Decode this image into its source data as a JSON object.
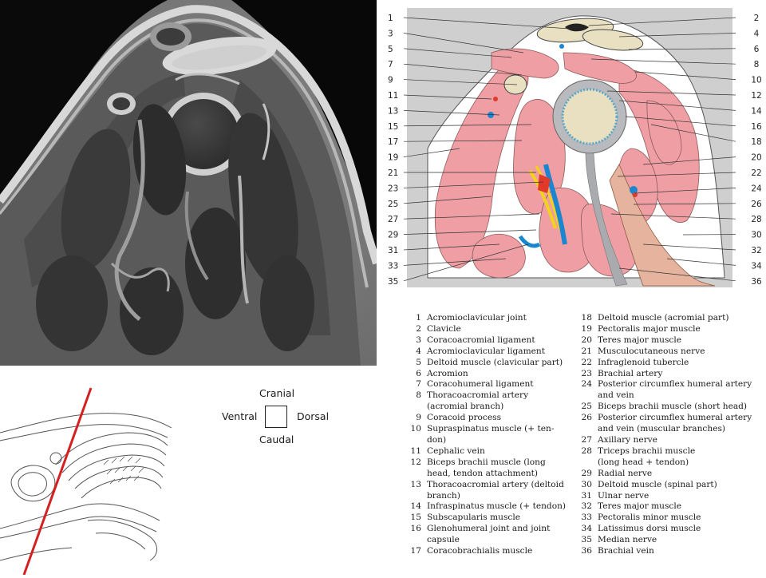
{
  "figure": {
    "callouts_left": [
      "1",
      "3",
      "5",
      "7",
      "9",
      "11",
      "13",
      "15",
      "17",
      "19",
      "21",
      "23",
      "25",
      "27",
      "29",
      "31",
      "33",
      "35"
    ],
    "callouts_right": [
      "2",
      "4",
      "6",
      "8",
      "10",
      "12",
      "14",
      "16",
      "18",
      "20",
      "22",
      "24",
      "26",
      "28",
      "30",
      "32",
      "34",
      "36"
    ]
  },
  "orientation": {
    "top": "Cranial",
    "left": "Ventral",
    "right": "Dorsal",
    "bottom": "Caudal"
  },
  "legend": {
    "col1": [
      {
        "num": "1",
        "text": "Acromioclavicular joint"
      },
      {
        "num": "2",
        "text": "Clavicle"
      },
      {
        "num": "3",
        "text": "Coracoacromial ligament"
      },
      {
        "num": "4",
        "text": "Acromioclavicular ligament"
      },
      {
        "num": "5",
        "text": "Deltoid muscle (clavicular part)"
      },
      {
        "num": "6",
        "text": "Acromion"
      },
      {
        "num": "7",
        "text": "Coracohumeral ligament"
      },
      {
        "num": "8",
        "text": "Thoracoacromial artery\n(acromial branch)"
      },
      {
        "num": "9",
        "text": "Coracoid process"
      },
      {
        "num": "10",
        "text": "Supraspinatus muscle (+ ten-\ndon)"
      },
      {
        "num": "11",
        "text": "Cephalic vein"
      },
      {
        "num": "12",
        "text": "Biceps brachii muscle (long\nhead, tendon attachment)"
      },
      {
        "num": "13",
        "text": "Thoracoacromial artery (deltoid\nbranch)"
      },
      {
        "num": "14",
        "text": "Infraspinatus muscle (+ tendon)"
      },
      {
        "num": "15",
        "text": "Subscapularis muscle"
      },
      {
        "num": "16",
        "text": "Glenohumeral joint and joint\ncapsule"
      },
      {
        "num": "17",
        "text": "Coracobrachialis muscle"
      }
    ],
    "col2": [
      {
        "num": "18",
        "text": "Deltoid muscle (acromial part)"
      },
      {
        "num": "19",
        "text": "Pectoralis major muscle"
      },
      {
        "num": "20",
        "text": "Teres major muscle"
      },
      {
        "num": "21",
        "text": "Musculocutaneous nerve"
      },
      {
        "num": "22",
        "text": "Infraglenoid tubercle"
      },
      {
        "num": "23",
        "text": "Brachial artery"
      },
      {
        "num": "24",
        "text": "Posterior circumflex humeral artery\nand vein"
      },
      {
        "num": "25",
        "text": "Biceps brachii muscle (short head)"
      },
      {
        "num": "26",
        "text": "Posterior circumflex humeral artery\nand vein (muscular branches)"
      },
      {
        "num": "27",
        "text": "Axillary nerve"
      },
      {
        "num": "28",
        "text": "Triceps brachii muscle\n(long head + tendon)"
      },
      {
        "num": "29",
        "text": "Radial nerve"
      },
      {
        "num": "30",
        "text": "Deltoid muscle (spinal part)"
      },
      {
        "num": "31",
        "text": "Ulnar nerve"
      },
      {
        "num": "32",
        "text": "Teres major muscle"
      },
      {
        "num": "33",
        "text": "Pectoralis minor muscle"
      },
      {
        "num": "34",
        "text": "Latissimus dorsi muscle"
      },
      {
        "num": "35",
        "text": "Median nerve"
      },
      {
        "num": "36",
        "text": "Brachial vein"
      }
    ]
  },
  "colors": {
    "muscle": "#ef9fa4",
    "bone": "#e8e0c0",
    "artery": "#e23a2a",
    "vein": "#1a86d0",
    "nerve": "#f2d21a",
    "tendon": "#a9abae",
    "skin": "#e6b49e",
    "background": "#cfcfcf",
    "section_line": "#d42020"
  }
}
